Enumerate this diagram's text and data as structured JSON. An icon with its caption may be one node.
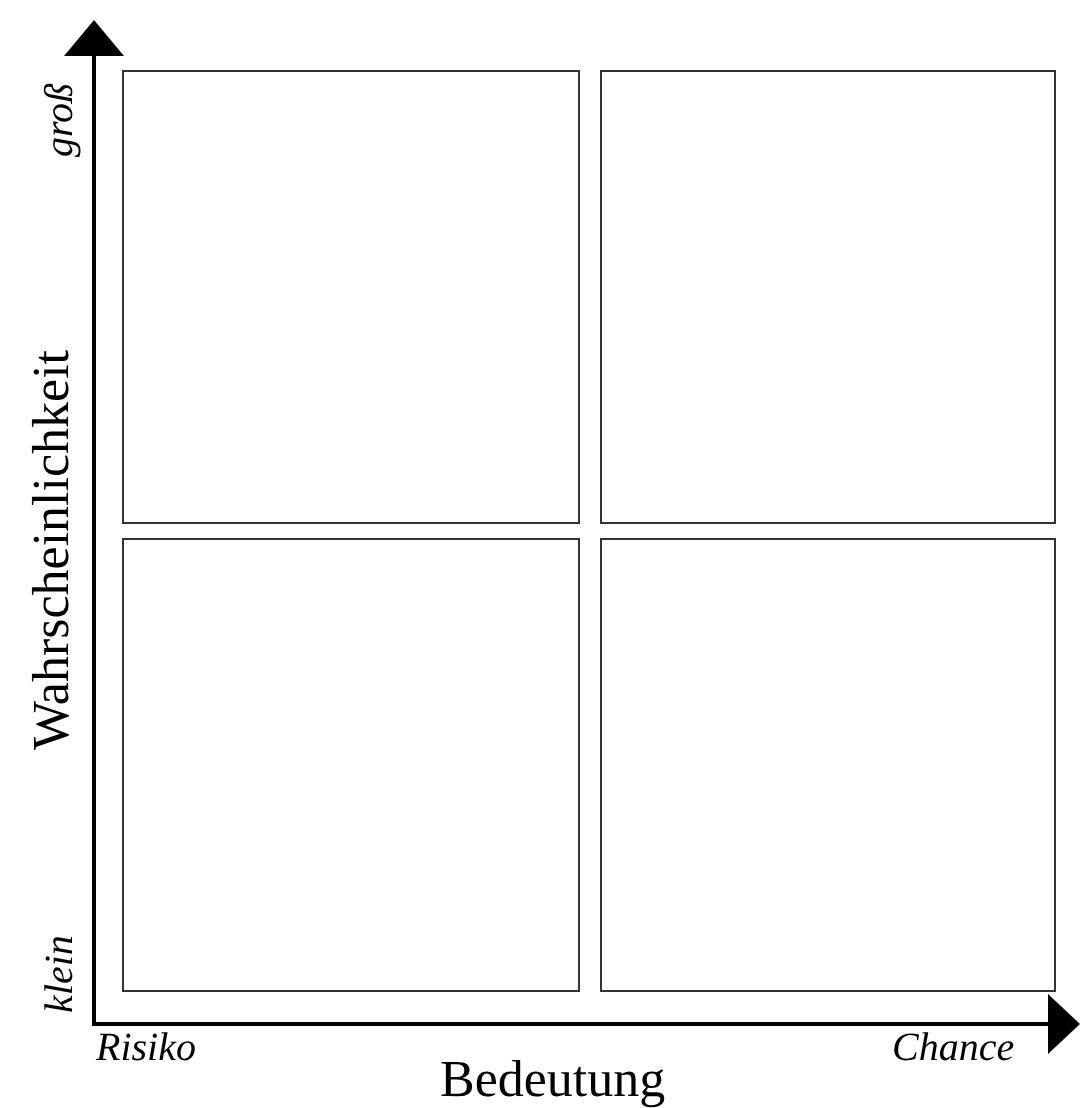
{
  "diagram": {
    "nodes": [
      {
        "text": [],
        "shape": "box"
      },
      {
        "text": [],
        "shape": "box"
      },
      {
        "text": [],
        "shape": "box"
      },
      {
        "text": [],
        "shape": "box"
      }
    ],
    "edges": [],
    "labels": [
      "groß",
      "Wahrscheinlichkeit",
      "klein",
      "Risiko",
      "Bedeutung",
      "Chance"
    ]
  }
}
